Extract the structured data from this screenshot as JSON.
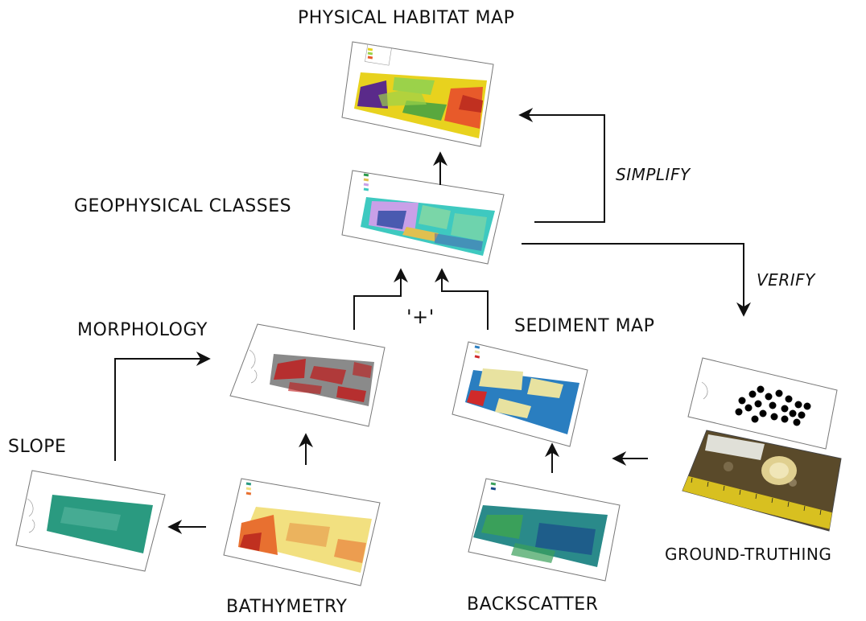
{
  "labels": {
    "physical_habitat_map": "PHYSICAL HABITAT MAP",
    "geophysical_classes": "GEOPHYSICAL CLASSES",
    "morphology": "MORPHOLOGY",
    "sediment_map": "SEDIMENT MAP",
    "slope": "SLOPE",
    "bathymetry": "BATHYMETRY",
    "backscatter": "BACKSCATTER",
    "ground_truthing": "GROUND-TRUTHING",
    "simplify": "SIMPLIFY",
    "verify": "VERIFY",
    "combine": "'+'"
  },
  "colors": {
    "arrow": "#111111",
    "habitat": [
      "#e8d21e",
      "#9bd24a",
      "#e85a2a",
      "#5a2a8a",
      "#2a9a4a"
    ],
    "classes": [
      "#3ec9c0",
      "#7ad6a8",
      "#c9a0e8",
      "#e0c050",
      "#4a5ab0"
    ],
    "morphology": [
      "#8a8a8a",
      "#c01818"
    ],
    "sediment": [
      "#2a7ec0",
      "#e8e2a0",
      "#d02a2a"
    ],
    "slope": [
      "#2a9a80"
    ],
    "bathymetry": [
      "#f2e080",
      "#e87030",
      "#c03020"
    ],
    "backscatter": [
      "#2a8a8a",
      "#3aa05a",
      "#1a4a8a"
    ],
    "photo": [
      "#5a4a2a",
      "#e0d090",
      "#d8c020"
    ]
  }
}
